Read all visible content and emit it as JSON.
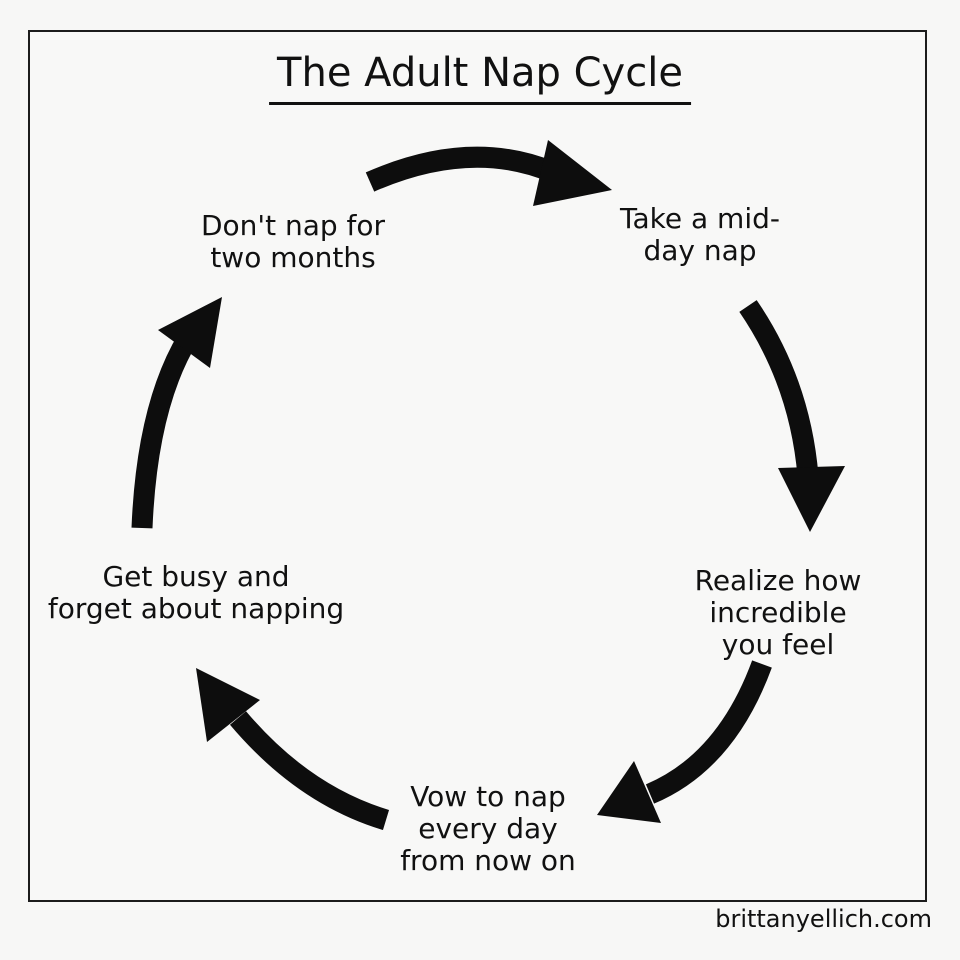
{
  "title": "The Adult Nap Cycle",
  "watermark": "brittanyellich.com",
  "colors": {
    "background": "#f7f7f6",
    "frame_border": "#1c1c1c",
    "text": "#111111",
    "arrow": "#0d0d0d"
  },
  "cycle": {
    "steps": [
      {
        "id": "dont-nap",
        "label": "Don't nap for\ntwo months"
      },
      {
        "id": "take-nap",
        "label": "Take a mid-\nday nap"
      },
      {
        "id": "realize",
        "label": "Realize how\nincredible you feel"
      },
      {
        "id": "vow",
        "label": "Vow to nap\nevery day\nfrom now on"
      },
      {
        "id": "get-busy",
        "label": "Get busy and\nforget about napping"
      }
    ],
    "arrows": [
      {
        "from": "dont-nap",
        "to": "take-nap"
      },
      {
        "from": "take-nap",
        "to": "realize"
      },
      {
        "from": "realize",
        "to": "vow"
      },
      {
        "from": "vow",
        "to": "get-busy"
      },
      {
        "from": "get-busy",
        "to": "dont-nap"
      }
    ]
  }
}
